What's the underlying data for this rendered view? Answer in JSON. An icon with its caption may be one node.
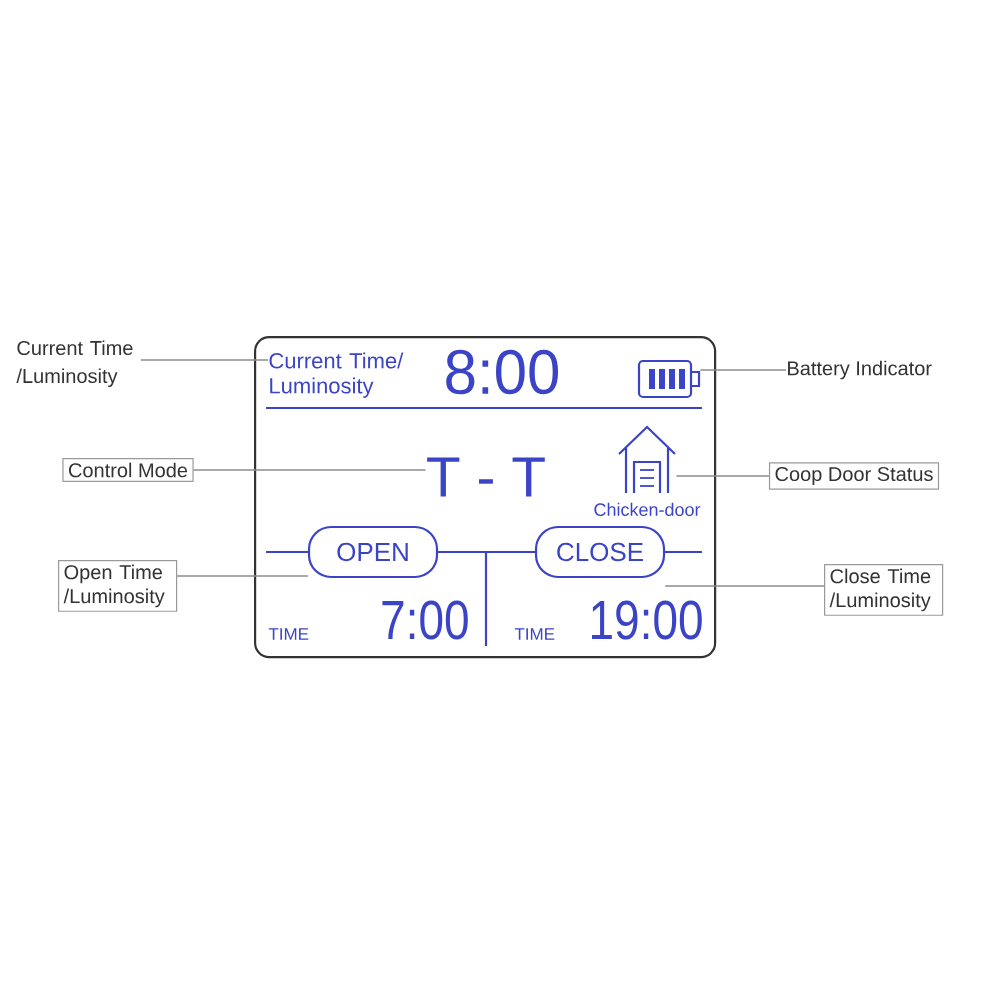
{
  "diagram": {
    "nodes": [
      {
        "text": [
          "Current Time /Luminosity"
        ]
      },
      {
        "text": [],
        "shape": "box"
      },
      {
        "text": [
          "Current Time/ Luminosity"
        ],
        "in": 1
      },
      {
        "text": [],
        "shape": "picture",
        "in": 1
      },
      {
        "text": [
          "T - T"
        ],
        "in": 1
      },
      {
        "text": [],
        "shape": "picture",
        "in": 1,
        "beside": [
          "Chicken-door"
        ]
      },
      {
        "text": [
          "OPEN"
        ],
        "in": 1
      },
      {
        "text": [
          "CLOSE"
        ],
        "in": 1
      },
      {
        "text": [
          "Battery Indicator"
        ]
      },
      {
        "text": [
          "Control Mode"
        ]
      },
      {
        "text": [
          "Coop Door Status"
        ]
      },
      {
        "text": [
          "Open Time /Luminosity"
        ]
      },
      {
        "text": [
          "Close Time /Luminosity"
        ]
      }
    ],
    "edges": [
      {
        "from": 0,
        "to": 2,
        "arrow": "none"
      },
      {
        "from": 8,
        "to": 3,
        "arrow": "none"
      },
      {
        "from": 9,
        "to": 4,
        "arrow": "none"
      },
      {
        "from": 10,
        "to": 5,
        "arrow": "none"
      },
      {
        "from": 11,
        "to": 6,
        "arrow": "none"
      },
      {
        "from": 12,
        "to": 7,
        "arrow": "none"
      }
    ],
    "labels": [
      "8:00",
      "TIME",
      "7:00",
      "TIME",
      "19:00"
    ]
  }
}
